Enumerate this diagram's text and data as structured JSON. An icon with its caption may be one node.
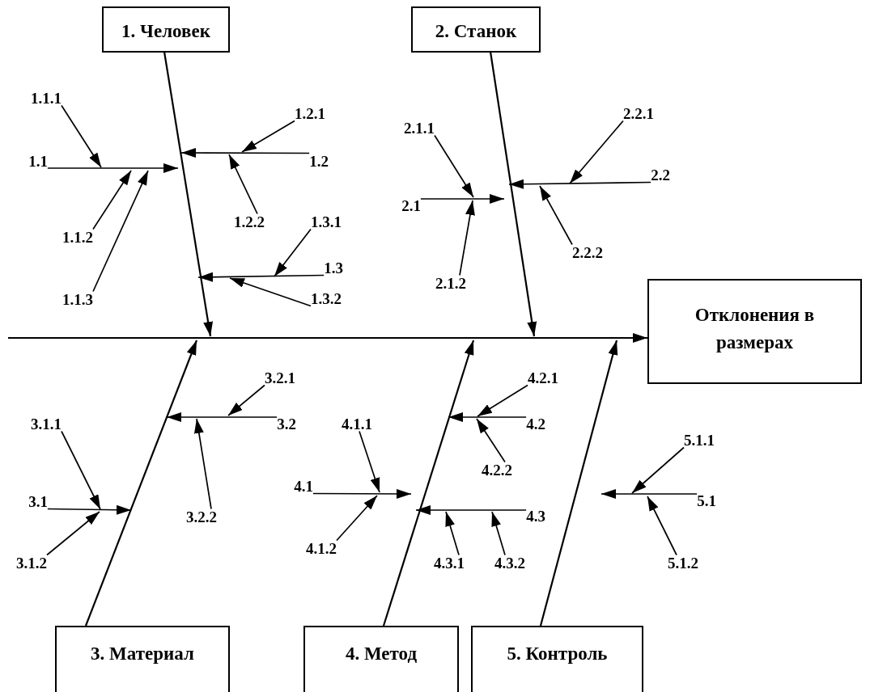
{
  "diagram": {
    "nodes": [
      {
        "text": [
          "1. Человек"
        ]
      },
      {
        "text": [
          "2. Станок"
        ]
      },
      {
        "text": [
          "Отклонения в размерах"
        ]
      },
      {
        "text": [
          "3. Материал"
        ]
      },
      {
        "text": [
          "4. Метод"
        ]
      },
      {
        "text": [
          "5. Контроль"
        ]
      },
      {
        "text": [
          "1.1.1"
        ]
      },
      {
        "text": [
          "1.1"
        ]
      },
      {
        "text": [
          "1.1.2"
        ]
      },
      {
        "text": [
          "1.1.3"
        ]
      },
      {
        "text": [
          "1.2.1"
        ]
      },
      {
        "text": [
          "1.2"
        ]
      },
      {
        "text": [
          "1.2.2"
        ]
      },
      {
        "text": [
          "1.3.1"
        ]
      },
      {
        "text": [
          "1.3"
        ]
      },
      {
        "text": [
          "1.3.2"
        ]
      },
      {
        "text": [
          "2.1.1"
        ]
      },
      {
        "text": [
          "2.1"
        ]
      },
      {
        "text": [
          "2.1.2"
        ]
      },
      {
        "text": [
          "2.2.1"
        ]
      },
      {
        "text": [
          "2.2"
        ]
      },
      {
        "text": [
          "2.2.2"
        ]
      },
      {
        "text": [
          "3.2.1"
        ]
      },
      {
        "text": [
          "3.2"
        ]
      },
      {
        "text": [
          "3.2.2"
        ]
      },
      {
        "text": [
          "3.1.1"
        ]
      },
      {
        "text": [
          "3.1"
        ]
      },
      {
        "text": [
          "3.1.2"
        ]
      },
      {
        "text": [
          "4.2.1"
        ]
      },
      {
        "text": [
          "4.2"
        ]
      },
      {
        "text": [
          "4.2.2"
        ]
      },
      {
        "text": [
          "4.1.1"
        ]
      },
      {
        "text": [
          "4.1"
        ]
      },
      {
        "text": [
          "4.1.2"
        ]
      },
      {
        "text": [
          "4.3"
        ]
      },
      {
        "text": [
          "4.3.1"
        ]
      },
      {
        "text": [
          "4.3.2"
        ]
      },
      {
        "text": [
          "5.1.1"
        ]
      },
      {
        "text": [
          "5.1"
        ]
      },
      {
        "text": [
          "5.1.2"
        ]
      }
    ],
    "edges": [
      {
        "from": null,
        "to": 2,
        "arrow": "to"
      },
      {
        "from": 0,
        "to": null,
        "arrow": "to"
      },
      {
        "from": 1,
        "to": null,
        "arrow": "to"
      },
      {
        "from": 3,
        "to": null,
        "arrow": "to"
      },
      {
        "from": 4,
        "to": null,
        "arrow": "to"
      },
      {
        "from": 5,
        "to": null,
        "arrow": "to"
      },
      {
        "from": 6,
        "to": null,
        "arrow": "to"
      },
      {
        "from": 7,
        "to": null,
        "arrow": "to"
      },
      {
        "from": 8,
        "to": null,
        "arrow": "to"
      },
      {
        "from": 9,
        "to": null,
        "arrow": "to"
      },
      {
        "from": 10,
        "to": null,
        "arrow": "to"
      },
      {
        "from": 11,
        "to": null,
        "arrow": "to"
      },
      {
        "from": 12,
        "to": null,
        "arrow": "to"
      },
      {
        "from": 13,
        "to": null,
        "arrow": "to"
      },
      {
        "from": 14,
        "to": null,
        "arrow": "to"
      },
      {
        "from": 15,
        "to": null,
        "arrow": "to"
      },
      {
        "from": 16,
        "to": null,
        "arrow": "to"
      },
      {
        "from": 17,
        "to": null,
        "arrow": "to"
      },
      {
        "from": 18,
        "to": null,
        "arrow": "to"
      },
      {
        "from": 19,
        "to": null,
        "arrow": "to"
      },
      {
        "from": 20,
        "to": null,
        "arrow": "to"
      },
      {
        "from": 21,
        "to": null,
        "arrow": "to"
      },
      {
        "from": 22,
        "to": null,
        "arrow": "to"
      },
      {
        "from": 23,
        "to": null,
        "arrow": "to"
      },
      {
        "from": 24,
        "to": null,
        "arrow": "to"
      },
      {
        "from": 25,
        "to": null,
        "arrow": "to"
      },
      {
        "from": 26,
        "to": null,
        "arrow": "to"
      },
      {
        "from": 27,
        "to": null,
        "arrow": "to"
      },
      {
        "from": 28,
        "to": null,
        "arrow": "to"
      },
      {
        "from": 29,
        "to": null,
        "arrow": "to"
      },
      {
        "from": 30,
        "to": null,
        "arrow": "to"
      },
      {
        "from": 31,
        "to": null,
        "arrow": "to"
      },
      {
        "from": 32,
        "to": null,
        "arrow": "to"
      },
      {
        "from": 33,
        "to": null,
        "arrow": "to"
      },
      {
        "from": 34,
        "to": null,
        "arrow": "to"
      },
      {
        "from": 35,
        "to": null,
        "arrow": "to"
      },
      {
        "from": 36,
        "to": null,
        "arrow": "to"
      },
      {
        "from": 37,
        "to": null,
        "arrow": "to"
      },
      {
        "from": 38,
        "to": null,
        "arrow": "to"
      },
      {
        "from": 39,
        "to": null,
        "arrow": "to"
      }
    ]
  }
}
